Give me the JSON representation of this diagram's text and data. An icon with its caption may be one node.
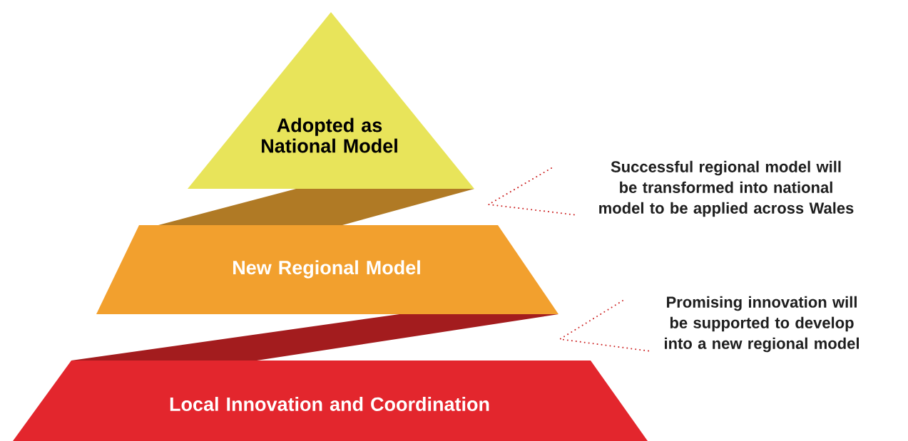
{
  "diagram": {
    "nodes": [
      {
        "text": [
          "Adopted as National Model"
        ]
      },
      {
        "text": [
          "New Regional Model"
        ]
      },
      {
        "text": [
          "Local Innovation and Coordination"
        ]
      }
    ],
    "labels": [
      "Successful regional model will be transformed into national model to be applied across Wales",
      "Promising innovation will be supported to develop into a new regional model"
    ]
  }
}
